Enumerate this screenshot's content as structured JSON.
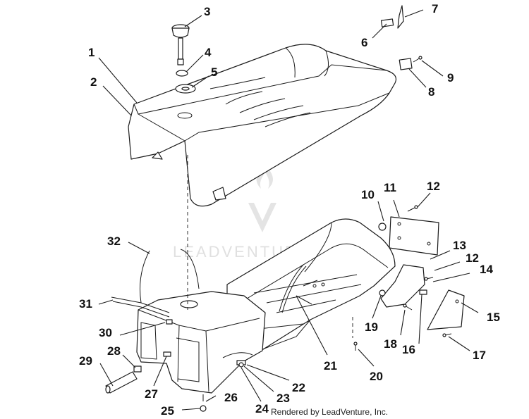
{
  "watermark": {
    "text": "LEADVENTURE"
  },
  "footer": {
    "text": "Rendered by LeadVenture, Inc."
  },
  "callouts": {
    "c1": "1",
    "c2": "2",
    "c3": "3",
    "c4": "4",
    "c5": "5",
    "c6": "6",
    "c7": "7",
    "c8": "8",
    "c9": "9",
    "c10": "10",
    "c11": "11",
    "c12a": "12",
    "c12b": "12",
    "c13": "13",
    "c14": "14",
    "c15": "15",
    "c16": "16",
    "c17": "17",
    "c18": "18",
    "c19": "19",
    "c20": "20",
    "c21": "21",
    "c22": "22",
    "c23": "23",
    "c24": "24",
    "c25": "25",
    "c26": "26",
    "c27": "27",
    "c28": "28",
    "c29": "29",
    "c30": "30",
    "c31": "31",
    "c32": "32"
  }
}
